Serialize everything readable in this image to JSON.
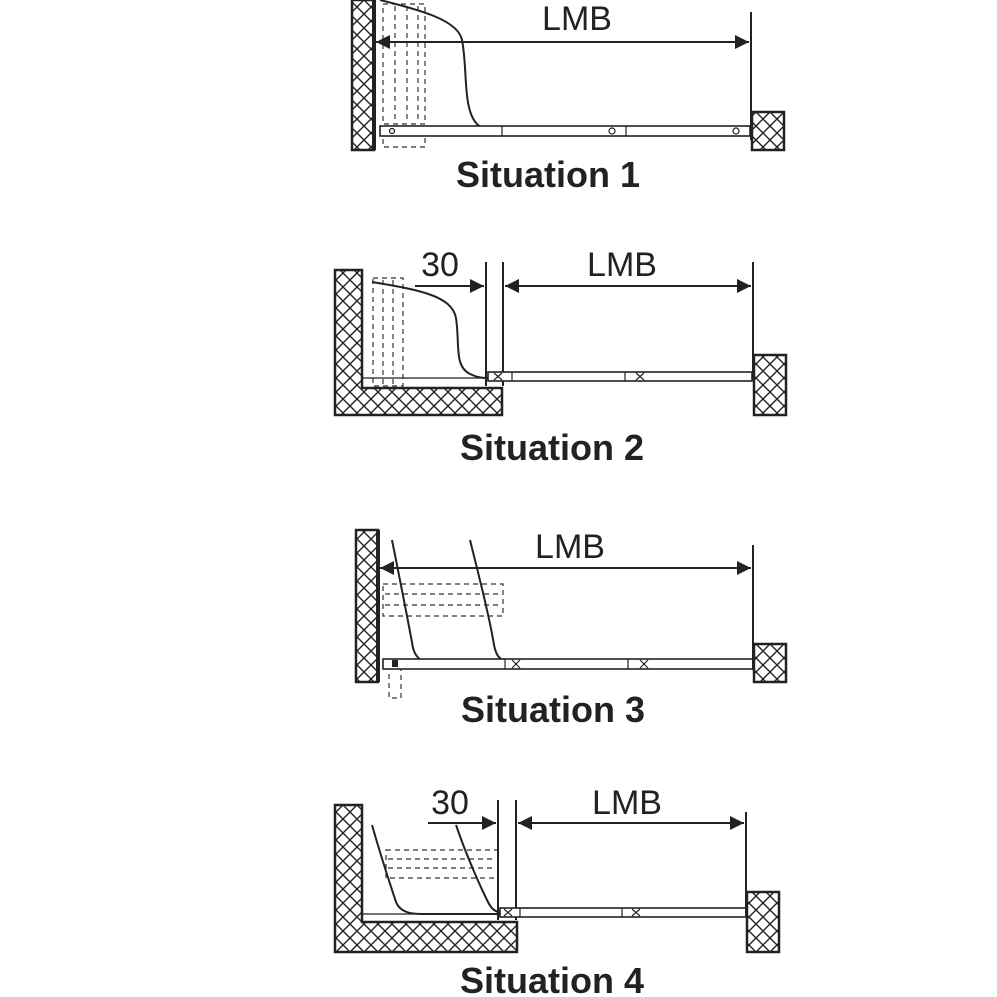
{
  "situations": [
    {
      "caption": "Situation 1",
      "dimension": "LMB"
    },
    {
      "caption": "Situation 2",
      "dimension": "LMB",
      "offset": "30"
    },
    {
      "caption": "Situation 3",
      "dimension": "LMB"
    },
    {
      "caption": "Situation 4",
      "dimension": "LMB",
      "offset": "30"
    }
  ]
}
